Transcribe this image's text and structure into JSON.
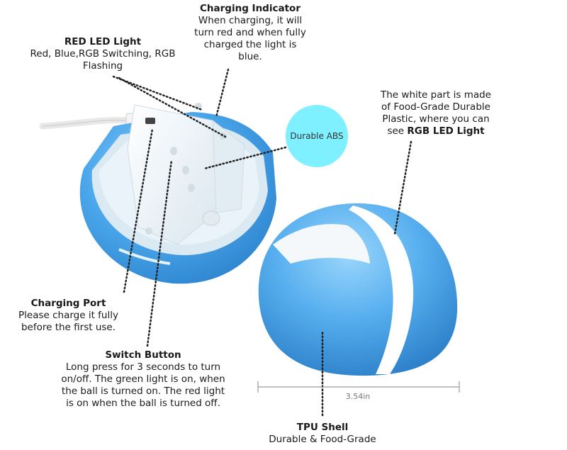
{
  "labels": {
    "charging_indicator": {
      "title": "Charging Indicator",
      "lines": [
        "When charging, it will",
        "turn red and when fully",
        "charged the light is",
        "blue."
      ]
    },
    "red_led": {
      "title": "RED LED Light",
      "lines": [
        "Red, Blue,RGB Switching, RGB",
        "Flashing"
      ]
    },
    "white_part": {
      "lines": [
        "The white part is made",
        "of Food-Grade Durable",
        "Plastic, where you can"
      ],
      "last_prefix": "see ",
      "last_bold": "RGB LED Light"
    },
    "durable_abs": "Durable ABS",
    "charging_port": {
      "title": "Charging Port",
      "lines": [
        "Please charge it fully",
        "before the first use."
      ]
    },
    "switch_button": {
      "title": "Switch Button",
      "lines": [
        "Long press for 3 seconds to turn",
        "on/off. The green light is on, when",
        "the ball is turned on. The red light",
        "is on when the ball is turned off."
      ]
    },
    "dimension": "3.54in",
    "tpu_shell": {
      "title": "TPU Shell",
      "lines": [
        "Durable & Food-Grade"
      ]
    }
  },
  "colors": {
    "shell_blue": "#3f9ee6",
    "shell_light": "#7cc4f5",
    "inner_white": "#eef5fa",
    "abs_badge": "#7ff0ff"
  }
}
